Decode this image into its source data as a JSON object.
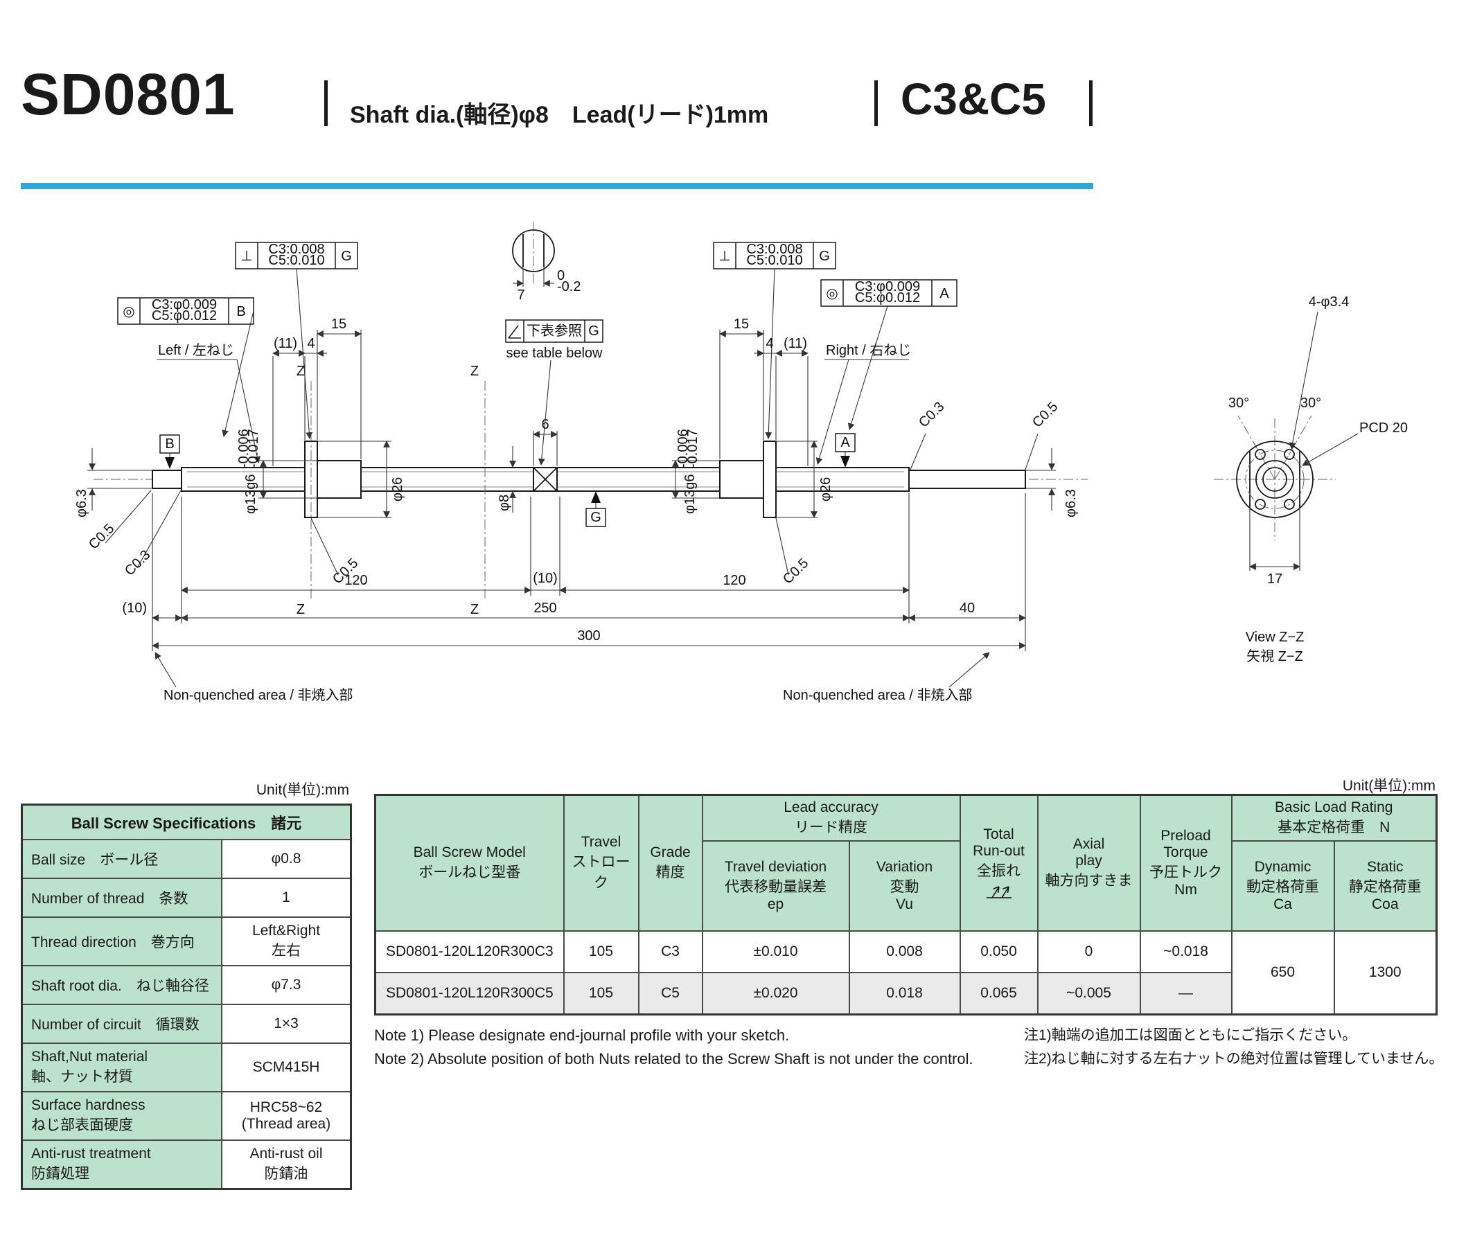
{
  "header": {
    "model": "SD0801",
    "subtitle": "Shaft dia.(軸径)φ8　Lead(リード)1mm",
    "grade": "C3&C5"
  },
  "units": {
    "left": "Unit(単位):mm",
    "right": "Unit(単位):mm"
  },
  "colors": {
    "accent": "#2FA8D9",
    "table_green": "#BCE2CE",
    "row_gray": "#EAEAEA"
  },
  "icons": {
    "ref_frame": "slope-symbol",
    "runout_header": "total-runout-symbol"
  },
  "drawing": {
    "fcf": {
      "perp_symbol": "⊥",
      "perp_line1": "C3:0.008",
      "perp_line2": "C5:0.010",
      "perp_datum": "G",
      "runout_symbol": "◎",
      "runout_line1": "C3:φ0.009",
      "runout_line2": "C5:φ0.012",
      "runout_datum_left": "B",
      "runout_datum_right": "A",
      "ref_text": "下表参照",
      "ref_datum": "G",
      "ref_note_en": "see table below"
    },
    "labels": {
      "left_thread": "Left / 左ねじ",
      "right_thread": "Right / 右ねじ",
      "flat_width": "7",
      "flat_tol_upper": "0",
      "flat_tol_lower": "-0.2",
      "dim_15": "15",
      "dim_11": "(11)",
      "dim_4": "4",
      "dia_13g6": "φ13g6",
      "dia_13g6_tol_upper": "-0.006",
      "dia_13g6_tol_lower": "-0.017",
      "dia_26": "φ26",
      "dia_8": "φ8",
      "dia_63": "φ6.3",
      "dim_6": "6",
      "z": "Z",
      "datum_b": "B",
      "datum_a": "A",
      "datum_g": "G",
      "c05": "C0.5",
      "c03": "C0.3",
      "dim_120": "120",
      "dim_10": "(10)",
      "dim_250": "250",
      "dim_40": "40",
      "dim_300": "300",
      "non_quenched": "Non-quenched area / 非焼入部",
      "holes": "4-φ3.4",
      "angle_30": "30°",
      "pcd": "PCD 20",
      "dim_17": "17",
      "view_en": "View Z−Z",
      "view_jp": "矢視 Z−Z"
    }
  },
  "spec_table": {
    "title": "Ball Screw Specifications　諸元",
    "rows": [
      {
        "label": "Ball size　ボール径",
        "value": "φ0.8"
      },
      {
        "label": "Number of thread　条数",
        "value": "1"
      },
      {
        "label": "Thread direction　巻方向",
        "value": "Left&Right\n左右"
      },
      {
        "label": "Shaft root dia.　ねじ軸谷径",
        "value": "φ7.3"
      },
      {
        "label": "Number of circuit　循環数",
        "value": "1×3"
      },
      {
        "label": "Shaft,Nut material\n軸、ナット材質",
        "value": "SCM415H"
      },
      {
        "label": "Surface hardness\nねじ部表面硬度",
        "value": "HRC58~62\n(Thread area)"
      },
      {
        "label": "Anti-rust treatment\n防錆処理",
        "value": "Anti-rust oil\n防錆油"
      }
    ]
  },
  "main_table": {
    "headers": {
      "model": "Ball Screw Model\nボールねじ型番",
      "travel": "Travel\nストローク",
      "grade": "Grade\n精度",
      "lead_group": "Lead accuracy\nリード精度",
      "travel_deviation": "Travel deviation\n代表移動量誤差\nep",
      "variation": "Variation\n変動\nVu",
      "runout": "Total\nRun-out\n全振れ",
      "axial_play": "Axial\nplay\n軸方向すきま",
      "preload": "Preload\nTorque\n予圧トルク\nNm",
      "load_group": "Basic Load Rating\n基本定格荷重　N",
      "dynamic": "Dynamic\n動定格荷重\nCa",
      "static": "Static\n静定格荷重\nCoa"
    },
    "rows": [
      {
        "model": "SD0801-120L120R300C3",
        "travel": "105",
        "grade": "C3",
        "travel_deviation": "±0.010",
        "variation": "0.008",
        "runout": "0.050",
        "axial_play": "0",
        "preload": "~0.018"
      },
      {
        "model": "SD0801-120L120R300C5",
        "travel": "105",
        "grade": "C5",
        "travel_deviation": "±0.020",
        "variation": "0.018",
        "runout": "0.065",
        "axial_play": "~0.005",
        "preload": "—"
      }
    ],
    "merged": {
      "dynamic": "650",
      "static": "1300"
    }
  },
  "notes": {
    "en1": "Note 1) Please designate end-journal profile with your sketch.",
    "en2": "Note 2) Absolute position of both Nuts related to the Screw Shaft is not under the control.",
    "jp1": "注1)軸端の追加工は図面とともにご指示ください。",
    "jp2": "注2)ねじ軸に対する左右ナットの絶対位置は管理していません。"
  }
}
